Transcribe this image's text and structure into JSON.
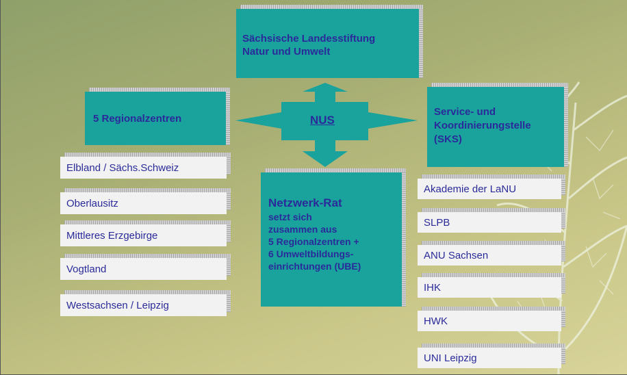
{
  "top_box": {
    "line1": "Sächsische Landesstiftung",
    "line2": "Natur und Umwelt"
  },
  "left_box": {
    "label": "5 Regionalzentren"
  },
  "right_box": {
    "line1": "Service- und",
    "line2": "Koordinierungstelle",
    "line3": "(SKS)"
  },
  "center": {
    "label": "NUS"
  },
  "council": {
    "title": "Netzwerk-Rat",
    "lines": [
      "setzt sich",
      "zusammen aus",
      "5 Regionalzentren +",
      "6 Umweltbildungs-",
      "einrichtungen (UBE)"
    ]
  },
  "regions": [
    "Elbland / Sächs.Schweiz",
    "Oberlausitz",
    "Mittleres Erzgebirge",
    "Vogtland",
    "Westsachsen / Leipzig"
  ],
  "partners": [
    "Akademie der LaNU",
    "SLPB",
    "ANU Sachsen",
    "IHK",
    "HWK",
    "UNI Leipzig"
  ],
  "colors": {
    "teal": "#1aa39c",
    "text": "#2a2a9a",
    "box": "#f2f2f2"
  }
}
